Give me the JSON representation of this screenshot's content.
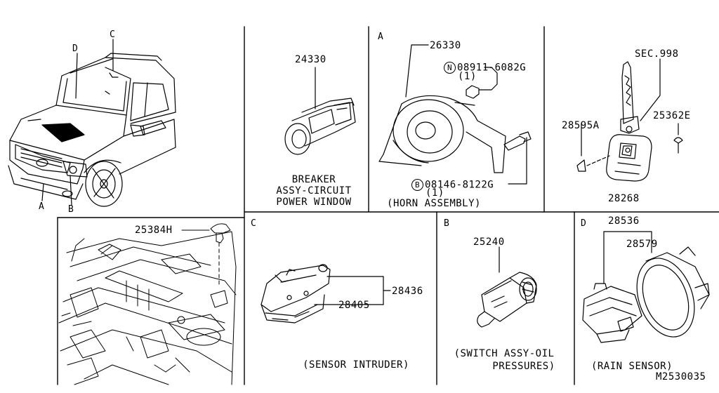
{
  "drawing_id": "M2530035",
  "vehicle_view": {
    "callouts": [
      "C",
      "D",
      "A",
      "B"
    ]
  },
  "panels": {
    "breaker": {
      "part_no": "24330",
      "caption": [
        "BREAKER",
        "ASSY-CIRCUIT",
        "POWER WINDOW"
      ]
    },
    "horn": {
      "letter": "A",
      "part_no": "26330",
      "nut_symbol": "N",
      "nut_part": "08911-6082G",
      "nut_qty": "(1)",
      "bolt_symbol": "B",
      "bolt_part": "08146-8122G",
      "bolt_qty": "(1)",
      "caption": "(HORN ASSEMBLY)"
    },
    "key": {
      "sec_ref": "SEC.998",
      "screw_part": "28595A",
      "screw2_part": "25362E",
      "fob_part": "28268"
    },
    "floor": {
      "clip_part": "25384H"
    },
    "intruder": {
      "letter": "C",
      "part_a": "28436",
      "part_b": "28405",
      "caption": "(SENSOR INTRUDER)"
    },
    "oil": {
      "letter": "B",
      "part_no": "25240",
      "caption": [
        "(SWITCH ASSY-OIL",
        "PRESSURES)"
      ]
    },
    "rain": {
      "letter": "D",
      "part_a": "28536",
      "part_b": "28579",
      "caption": "(RAIN SENSOR)"
    }
  }
}
